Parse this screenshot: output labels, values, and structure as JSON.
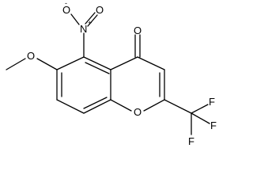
{
  "molecule": {
    "atoms": {
      "nitro_o_minus": "O",
      "nitro_o_minus_charge": "-",
      "nitro_o_double": "O",
      "nitro_n": "N",
      "nitro_n_charge": "+",
      "carbonyl_o": "O",
      "methoxy_o": "O",
      "ring_o": "O",
      "f_top": "F",
      "f_right": "F",
      "f_bottom": "F"
    }
  }
}
